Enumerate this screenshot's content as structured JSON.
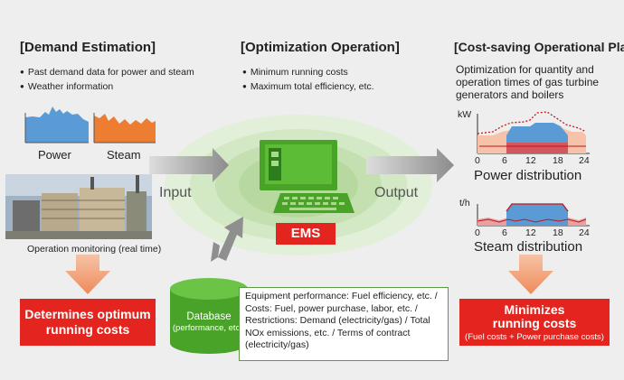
{
  "demand": {
    "title": "[Demand Estimation]",
    "bullets": [
      "Past demand data for power and steam",
      "Weather information"
    ],
    "power_label": "Power",
    "steam_label": "Steam",
    "photo_caption": "Operation monitoring (real time)",
    "result": "Determines optimum running costs"
  },
  "optimization": {
    "title": "[Optimization Operation]",
    "bullets": [
      "Minimum running costs",
      "Maximum total efficiency, etc."
    ],
    "input_label": "Input",
    "output_label": "Output",
    "ems_label": "EMS",
    "database_label": "Database",
    "database_sub": "(performance, etc.)",
    "info_text": "Equipment performance: Fuel efficiency, etc. / Costs: Fuel, power purchase, labor, etc. / Restrictions: Demand (electricity/gas) / Total NOx emissions, etc. / Terms of contract (electricity/gas)"
  },
  "plan": {
    "title": "[Cost-saving Operational Plan]",
    "description": "Optimization for quantity and operation times of gas turbine generators and boilers",
    "power_chart": {
      "unit": "kW",
      "ticks": [
        "0",
        "6",
        "12",
        "18",
        "24"
      ],
      "title": "Power distribution"
    },
    "steam_chart": {
      "unit": "t/h",
      "ticks": [
        "0",
        "6",
        "12",
        "18",
        "24"
      ],
      "title": "Steam distribution"
    },
    "result_title": "Minimizes running costs",
    "result_sub": "(Fuel costs + Power purchase costs)"
  },
  "colors": {
    "red": "#e4251f",
    "green": "#4aa329",
    "blue": "#5b9bd5",
    "orange": "#ed7d31",
    "arrow_gray": "#8c8c8c"
  }
}
